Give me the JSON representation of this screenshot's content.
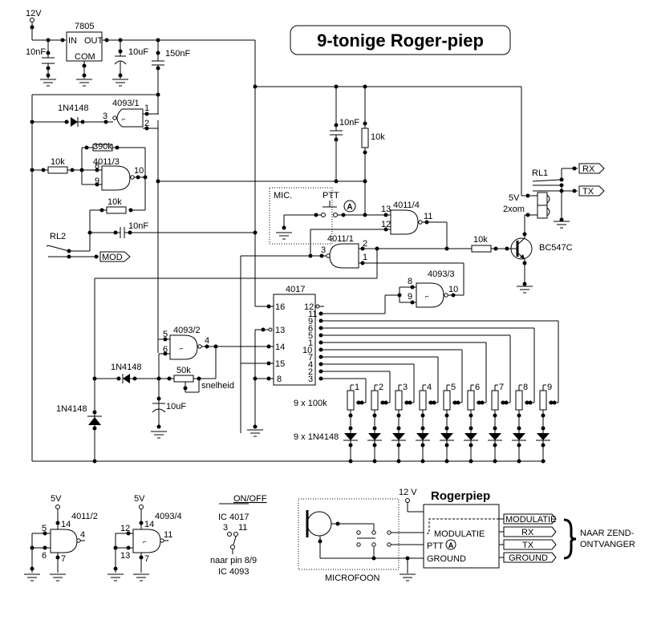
{
  "title": "9-tonige Roger-piep",
  "power": {
    "supply": "12V",
    "regulator": {
      "name": "7805",
      "in": "IN",
      "out": "OUT",
      "com": "COM"
    },
    "cap_in": "10nF",
    "cap_elco": "10uF",
    "cap_out": "150nF"
  },
  "gates": {
    "g4093_1": {
      "name": "4093/1",
      "pins": [
        "3",
        "1",
        "2"
      ]
    },
    "g4011_3": {
      "name": "4011/3",
      "pins": [
        "8",
        "9",
        "10"
      ]
    },
    "g4011_4": {
      "name": "4011/4",
      "pins": [
        "13",
        "12",
        "11"
      ]
    },
    "g4011_1": {
      "name": "4011/1",
      "pins": [
        "3",
        "2",
        "1"
      ]
    },
    "g4093_3": {
      "name": "4093/3",
      "pins": [
        "8",
        "9",
        "10"
      ]
    },
    "g4093_2": {
      "name": "4093/2",
      "pins": [
        "5",
        "6",
        "4"
      ]
    }
  },
  "components": {
    "d1": "1N4148",
    "r390k": "390k",
    "r10k_a": "10k",
    "r10k_b": "10k",
    "c10nF_mod": "10nF",
    "c10nF_ptt": "10nF",
    "r10k_ptt": "10k",
    "r10k_base": "10k",
    "transistor": "BC547C",
    "rl1": "RL1",
    "rl1_spec1": "5V",
    "rl1_spec2": "2xom",
    "rl2": "RL2",
    "d_timer": "1N4148",
    "d_left": "1N4148",
    "pot50k": "50k",
    "pot_label": "snelheid",
    "c_timer": "10uF",
    "pots": "9 x 100k",
    "diodes": "9 x 1N4148",
    "pot_numbers": [
      "1",
      "2",
      "3",
      "4",
      "5",
      "6",
      "7",
      "8",
      "9"
    ]
  },
  "mic_box": {
    "label": "MIC.",
    "ptt": "PTT",
    "marker": "A"
  },
  "connectors": {
    "mod": "MOD",
    "rx": "RX",
    "tx": "TX"
  },
  "ic4017": {
    "name": "4017",
    "left_pins": [
      "16",
      "13",
      "14",
      "15",
      "8"
    ],
    "right_pins": [
      "12",
      "11",
      "9",
      "6",
      "5",
      "1",
      "10",
      "7",
      "4",
      "2",
      "3"
    ]
  },
  "unused_gates": {
    "g4011_2": {
      "name": "4011/2",
      "supply": "5V",
      "pins": [
        "14",
        "5",
        "6",
        "4",
        "7"
      ]
    },
    "g4093_4": {
      "name": "4093/4",
      "supply": "5V",
      "pins": [
        "14",
        "12",
        "13",
        "11",
        "7"
      ]
    }
  },
  "onoff": {
    "heading": "ON/OFF",
    "line1": "IC 4017",
    "pin_a": "3",
    "pin_b": "11",
    "line2": "naar pin 8/9",
    "line3": "IC 4093"
  },
  "block": {
    "supply": "12 V",
    "title": "Rogerpiep",
    "inputs": [
      "MODULATIE",
      "PTT",
      "GROUND"
    ],
    "ptt_marker": "A",
    "outputs": [
      "MODULATIE",
      "RX",
      "TX",
      "GROUND"
    ],
    "mic_label": "MICROFOON",
    "brace_line1": "NAAR ZEND-",
    "brace_line2": "ONTVANGER"
  }
}
